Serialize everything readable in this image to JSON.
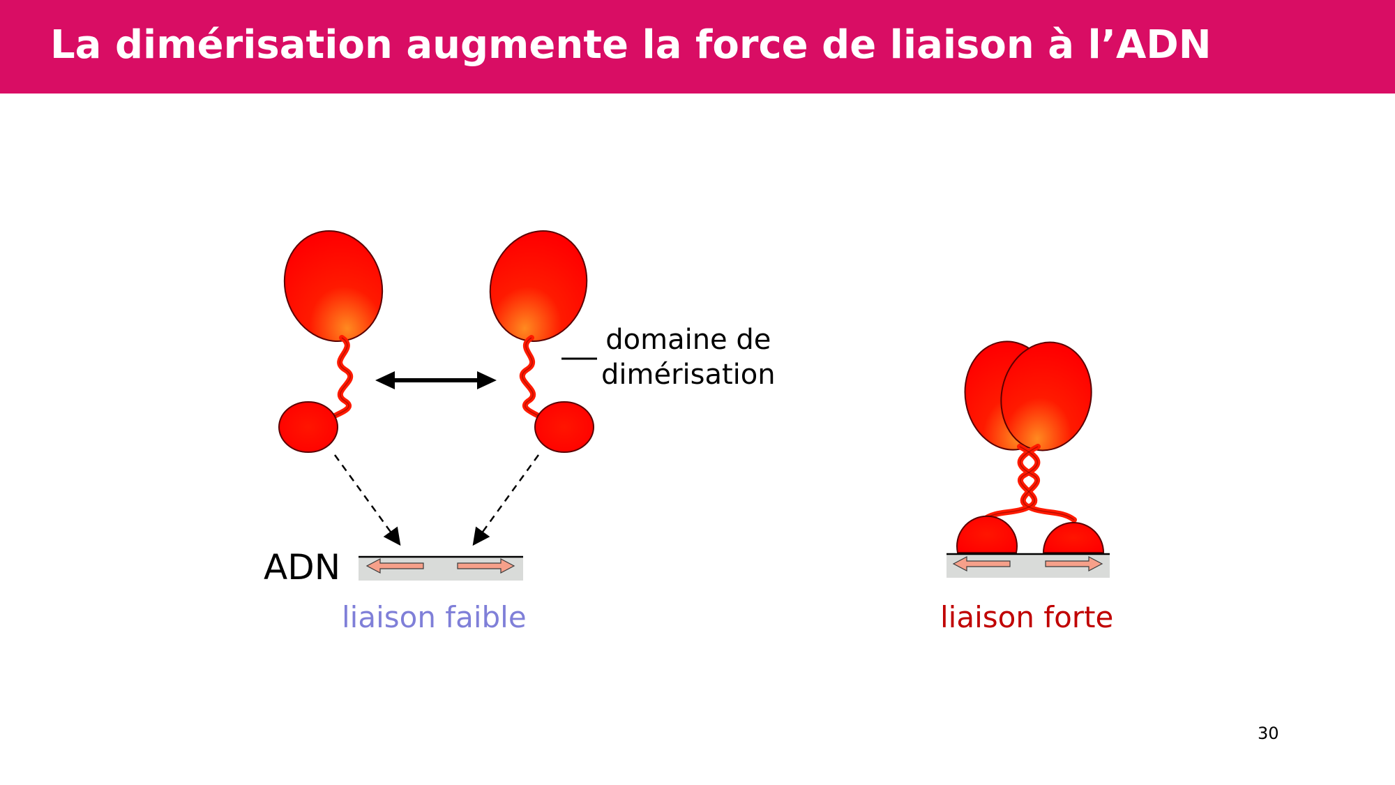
{
  "slide": {
    "title": "La dimérisation augmente la force de liaison à l’ADN",
    "page_number": "30"
  },
  "labels": {
    "domaine_line1": "domaine de",
    "domaine_line2": "dimérisation",
    "adn": "ADN",
    "liaison_faible": "liaison faible",
    "liaison_forte": "liaison forte"
  },
  "colors": {
    "header": "#d90d64",
    "protein": "#ff1a0a",
    "liaison_faible": "#7f7fd8",
    "liaison_forte": "#c00000",
    "dna_box": "#d9dbd9",
    "dna_arrow": "#f6a08a"
  }
}
